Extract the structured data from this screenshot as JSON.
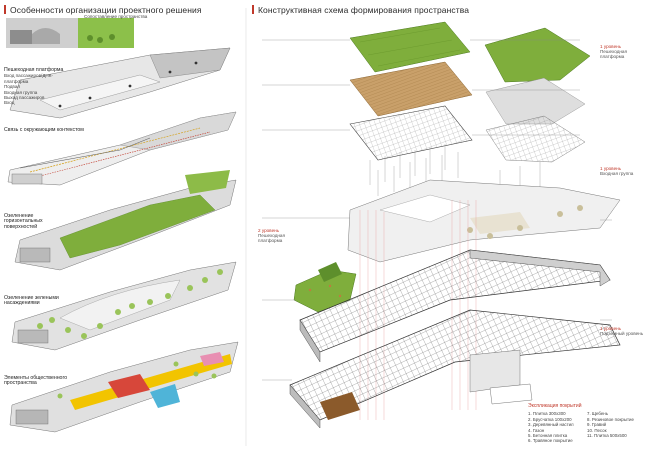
{
  "left_panel": {
    "title": "Особенности организации проектного решения",
    "context_label": "Сопоставление пространства",
    "sections": [
      {
        "title": "Пешеходная платформа",
        "sub": "Вход пассажиров/ДНК-платформа"
      },
      {
        "title": "Связь с окружающим контекстом",
        "sub": ""
      },
      {
        "title": "Озеленение горизонтальных поверхностей",
        "sub": ""
      },
      {
        "title": "Озеленение зелеными насаждениями",
        "sub": ""
      },
      {
        "title": "Элементы общественного пространства",
        "sub": ""
      }
    ],
    "legend_items": [
      "Подвал",
      "Входная группа",
      "Выход пассажиров",
      "Вход"
    ]
  },
  "right_panel": {
    "title": "Конструктивная схема формирования пространства",
    "levels": [
      {
        "title": "1 уровень",
        "sub": "Пешеходная платформа"
      },
      {
        "title": "2 уровень",
        "sub": "Пешеходная платформа"
      },
      {
        "title": "1 уровень",
        "sub": "Входная группа"
      },
      {
        "title": "1 уровень",
        "sub": "Подземный уровень"
      }
    ]
  },
  "explication": {
    "title": "Экспликация покрытий",
    "col1": [
      "1. Плитка 300х300",
      "2. Брусчатка 100х200",
      "3. Деревянный настил",
      "4. Газон",
      "5. Бетонная плитка",
      "6. Травяное покрытие"
    ],
    "col2": [
      "7. Щебень",
      "8. Резиновое покрытие",
      "9. Гравий",
      "10. Песок",
      "11. Плитка 500х500"
    ]
  },
  "colors": {
    "accent": "#c0392b",
    "grass": "#7fae3c",
    "wood": "#c9a06a",
    "transit": "#f2c400",
    "cyan": "#4fb4d8"
  }
}
